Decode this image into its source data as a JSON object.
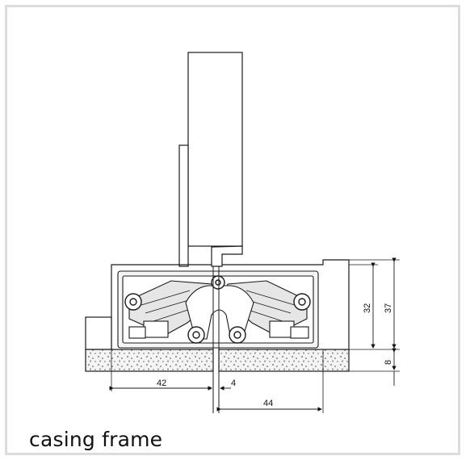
{
  "caption": "casing frame",
  "dimensions": {
    "d42": "42",
    "d4": "4",
    "d44": "44",
    "d32": "32",
    "d37": "37",
    "d8": "8"
  },
  "colors": {
    "line": "#1a1a1a",
    "hinge_fill": "#e6e6e6",
    "frame_border": "#dcdcdc"
  }
}
